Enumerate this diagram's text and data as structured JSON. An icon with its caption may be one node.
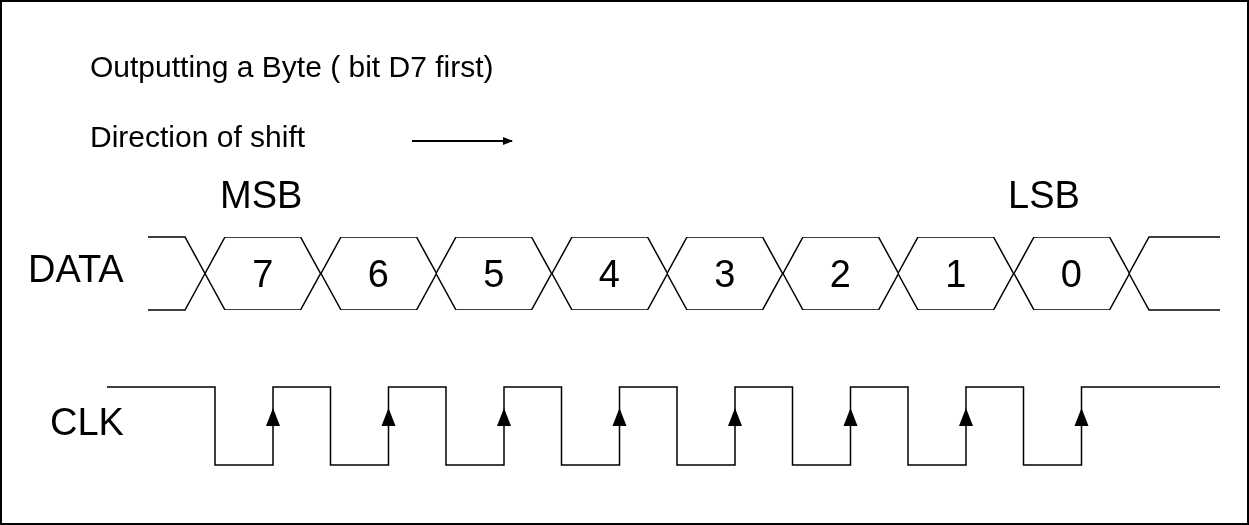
{
  "diagram": {
    "title": "Outputting a Byte ( bit D7 first)",
    "nodes": [
      {
        "text": [
          "7"
        ]
      },
      {
        "text": [
          "6"
        ]
      },
      {
        "text": [
          "5"
        ]
      },
      {
        "text": [
          "4"
        ]
      },
      {
        "text": [
          "3"
        ]
      },
      {
        "text": [
          "2"
        ]
      },
      {
        "text": [
          "1"
        ]
      },
      {
        "text": [
          "0"
        ]
      }
    ],
    "labels": [
      "Direction of shift",
      "MSB",
      "LSB",
      "DATA",
      "CLK"
    ]
  }
}
